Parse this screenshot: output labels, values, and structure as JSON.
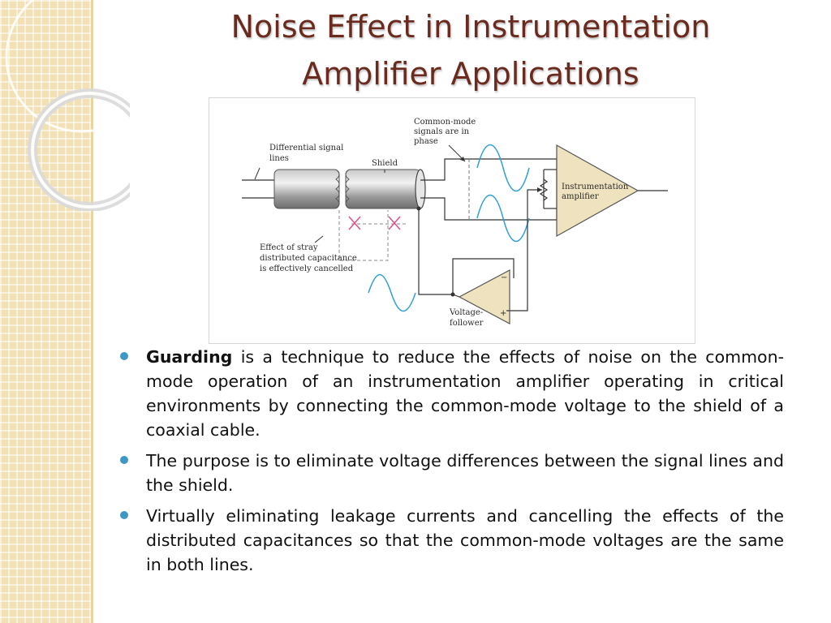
{
  "slide": {
    "title_line1": "Noise Effect in Instrumentation",
    "title_line2": "Amplifier Applications"
  },
  "figure": {
    "labels": {
      "common_mode_1": "Common-mode",
      "common_mode_2": "signals are in",
      "common_mode_3": "phase",
      "differential_1": "Differential signal",
      "differential_2": "lines",
      "shield": "Shield",
      "amp_1": "Instrumentation",
      "amp_2": "amplifier",
      "stray_1": "Effect of stray",
      "stray_2": "distributed capacitance",
      "stray_3": "is effectively cancelled",
      "follower_1": "Voltage-",
      "follower_2": "follower",
      "minus": "−",
      "plus": "+"
    }
  },
  "bullets": [
    {
      "bold": "Guarding",
      "text": " is a technique to reduce the effects of noise on the common-mode operation of an instrumentation amplifier operating in critical environments by connecting the common-mode voltage to the shield of a coaxial cable."
    },
    {
      "text": "The purpose is to eliminate voltage differences between the signal lines and the shield."
    },
    {
      "text": "Virtually eliminating leakage currents and cancelling the effects of the distributed capacitances so that the common-mode voltages are the same in both lines."
    }
  ],
  "colors": {
    "title": "#6a2a1e",
    "bullet": "#3e98c3",
    "sine_wave": "#2f9fd6",
    "stray_x": "#e0508a",
    "amplifier_fill": "#efe2bf"
  }
}
